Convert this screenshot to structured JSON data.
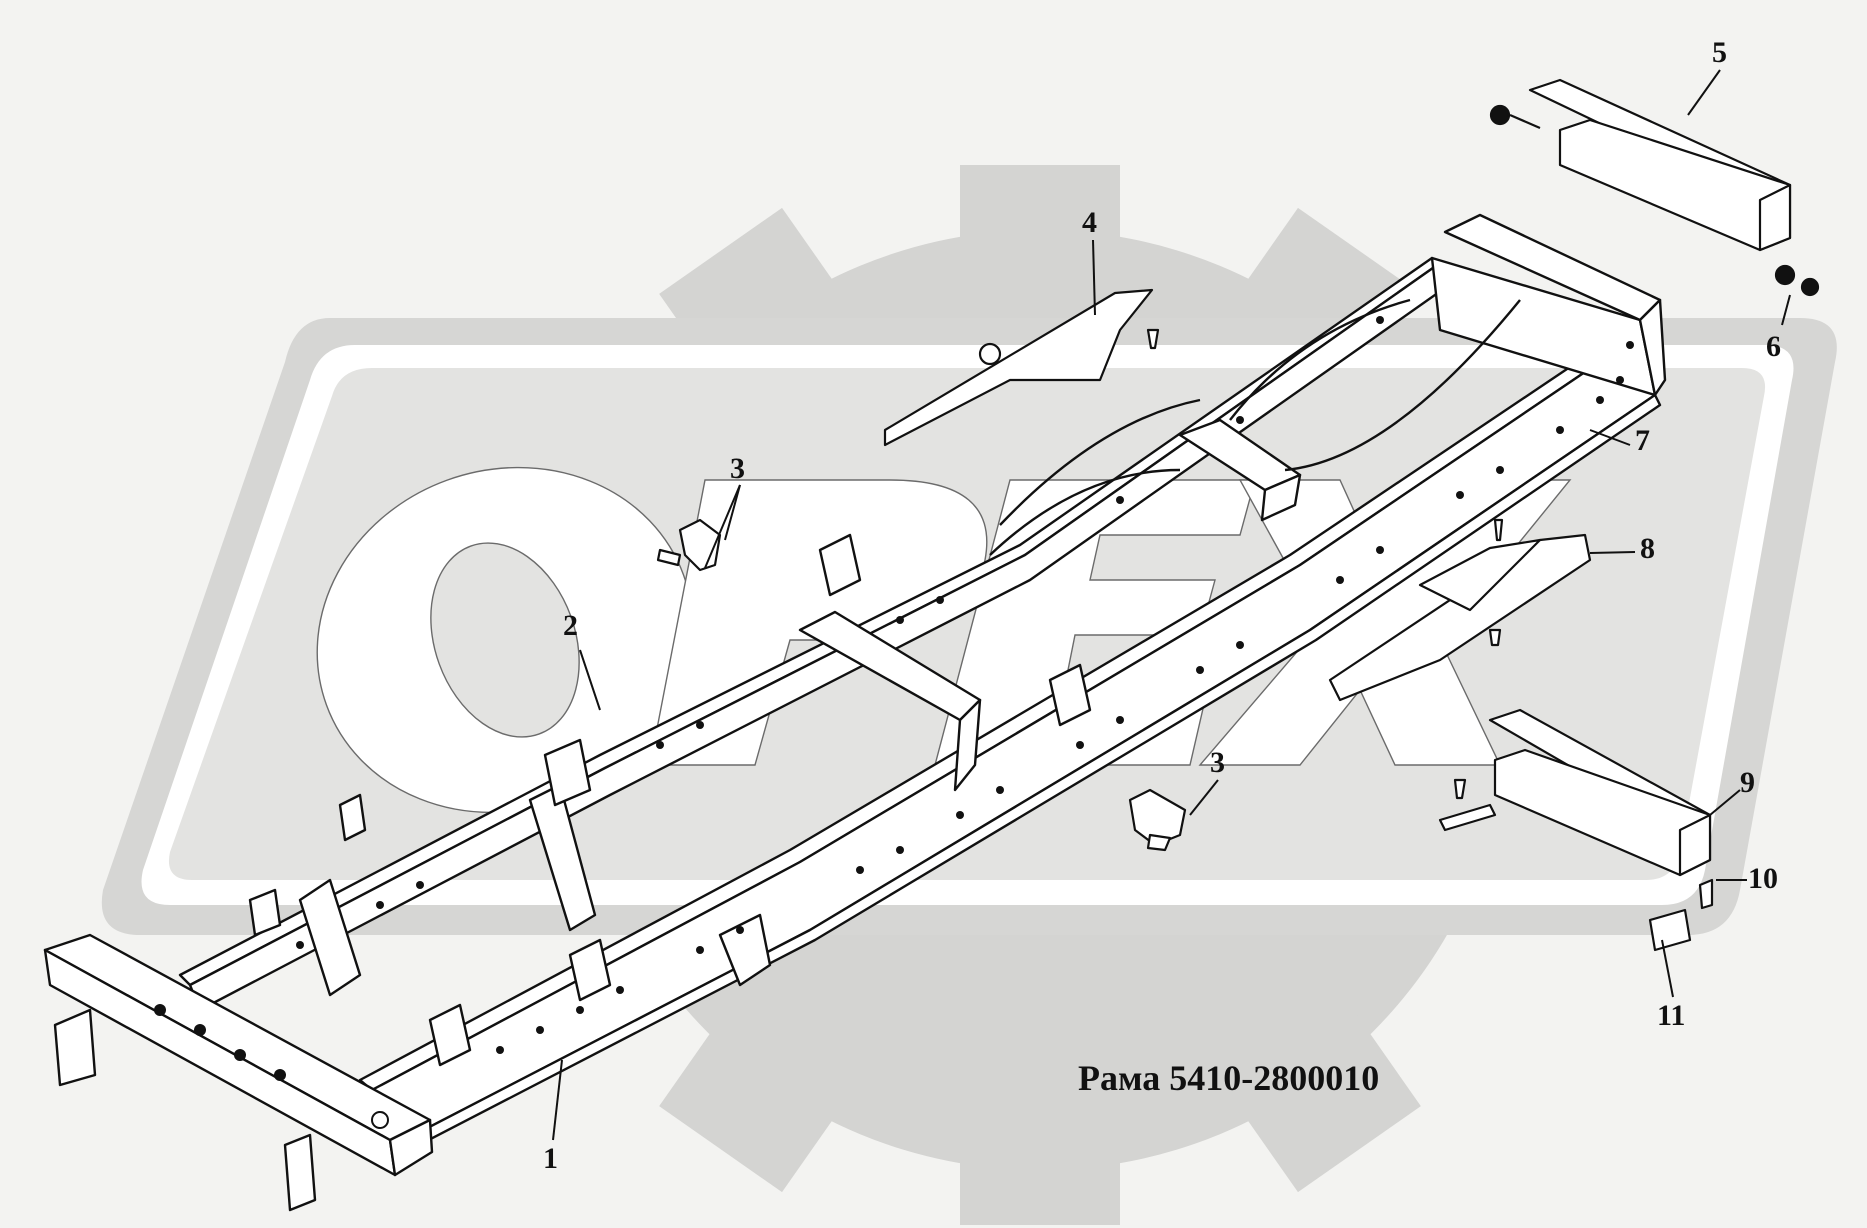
{
  "caption": "Рама 5410-2800010",
  "watermark": {
    "text": "ОРЕХ",
    "gear_color": "#d4d4d2",
    "panel_color": "#e3e3e1",
    "letter_color": "#ffffff"
  },
  "line_color": "#111111",
  "callouts": [
    {
      "id": "1",
      "label": "1"
    },
    {
      "id": "2",
      "label": "2"
    },
    {
      "id": "3a",
      "label": "3"
    },
    {
      "id": "3b",
      "label": "3"
    },
    {
      "id": "4",
      "label": "4"
    },
    {
      "id": "5",
      "label": "5"
    },
    {
      "id": "6",
      "label": "6"
    },
    {
      "id": "7",
      "label": "7"
    },
    {
      "id": "8",
      "label": "8"
    },
    {
      "id": "9",
      "label": "9"
    },
    {
      "id": "10",
      "label": "10"
    },
    {
      "id": "11",
      "label": "11"
    }
  ]
}
